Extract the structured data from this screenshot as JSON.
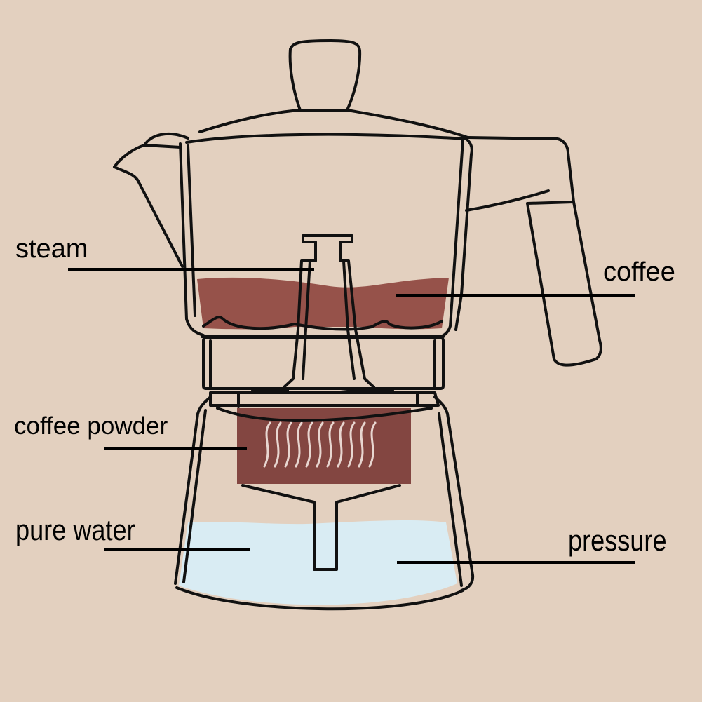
{
  "diagram": {
    "subject": "moka pot cross-section",
    "colors": {
      "background": "#e3d0bf",
      "outline": "#111111",
      "coffee": "#96524a",
      "coffee_powder": "#834641",
      "water": "#d9ecf3",
      "steam_marks": "#f3e6e0"
    },
    "labels": [
      {
        "id": "steam",
        "text": "steam"
      },
      {
        "id": "coffee",
        "text": "coffee"
      },
      {
        "id": "coffee_powder",
        "text": "coffee powder"
      },
      {
        "id": "pure_water",
        "text": "pure water"
      },
      {
        "id": "pressure",
        "text": "pressure"
      }
    ]
  }
}
